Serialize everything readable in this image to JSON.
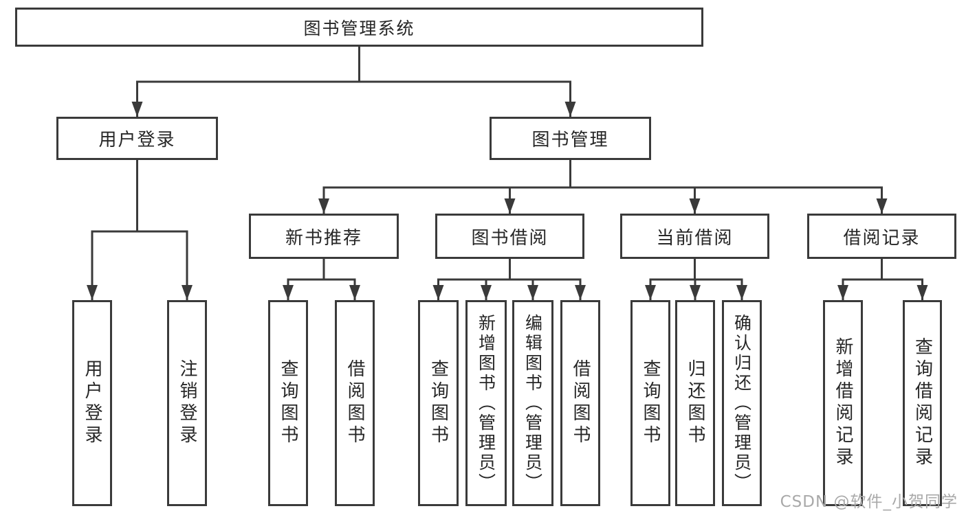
{
  "ink_color": "#3a3a3a",
  "watermark": "CSDN @软件_小贺同学",
  "tree": {
    "root": "图书管理系统",
    "children": [
      {
        "label": "用户登录",
        "children": [
          {
            "label": "用户登录"
          },
          {
            "label": "注销登录"
          }
        ]
      },
      {
        "label": "图书管理",
        "children": [
          {
            "label": "新书推荐",
            "children": [
              {
                "label": "查询图书"
              },
              {
                "label": "借阅图书"
              }
            ]
          },
          {
            "label": "图书借阅",
            "children": [
              {
                "label": "查询图书"
              },
              {
                "label": "新增图书（管理员）"
              },
              {
                "label": "编辑图书（管理员）"
              },
              {
                "label": "借阅图书"
              }
            ]
          },
          {
            "label": "当前借阅",
            "children": [
              {
                "label": "查询图书"
              },
              {
                "label": "归还图书"
              },
              {
                "label": "确认归还（管理员）"
              }
            ]
          },
          {
            "label": "借阅记录",
            "children": [
              {
                "label": "新增借阅记录"
              },
              {
                "label": "查询借阅记录"
              }
            ]
          }
        ]
      }
    ]
  }
}
